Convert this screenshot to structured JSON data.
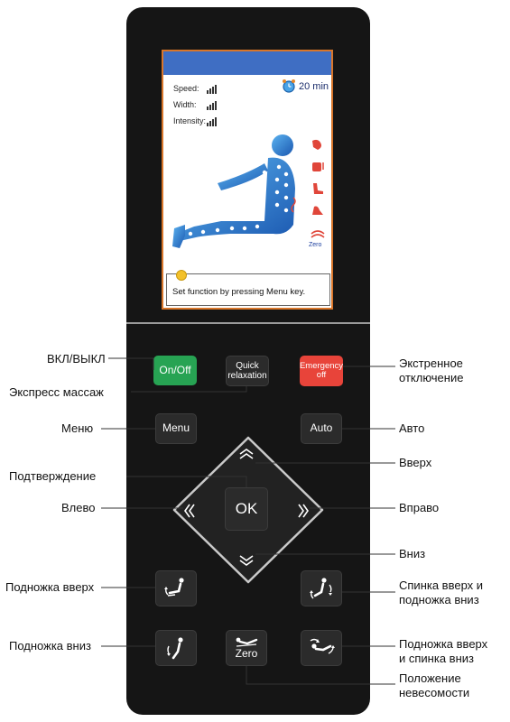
{
  "screen": {
    "speed_label": "Speed:",
    "width_label": "Width:",
    "intensity_label": "Intensity:",
    "speed_level": 3,
    "width_level": 3,
    "intensity_level": 3,
    "timer": "20 min",
    "zero_label": "Zero",
    "message": "Set function by pressing Menu key."
  },
  "buttons": {
    "onoff": "On/Off",
    "quick_line1": "Quick",
    "quick_line2": "relaxation",
    "emergency_line1": "Emergency",
    "emergency_line2": "off",
    "menu": "Menu",
    "auto": "Auto",
    "ok": "OK",
    "zero": "Zero"
  },
  "labels": {
    "onoff": "ВКЛ/ВЫКЛ",
    "quick": "Экспресс массаж",
    "emergency_line1": "Экстренное",
    "emergency_line2": "отключение",
    "menu": "Меню",
    "auto": "Авто",
    "confirm": "Подтверждение",
    "up": "Вверх",
    "left": "Влево",
    "right": "Вправо",
    "down": "Вниз",
    "footrest_up": "Подножка вверх",
    "back_up_line1": "Спинка вверх и",
    "back_up_line2": "подножка вниз",
    "footrest_down": "Подножка вниз",
    "foot_up_line1": "Подножка вверх",
    "foot_up_line2": "и спинка вниз",
    "zero_line1": "Положение",
    "zero_line2": "невесомости"
  },
  "colors": {
    "remote": "#151515",
    "onoff": "#27a353",
    "emergency": "#e8443a",
    "screen_header": "#3f6ec3",
    "screen_border": "#d9762a"
  }
}
